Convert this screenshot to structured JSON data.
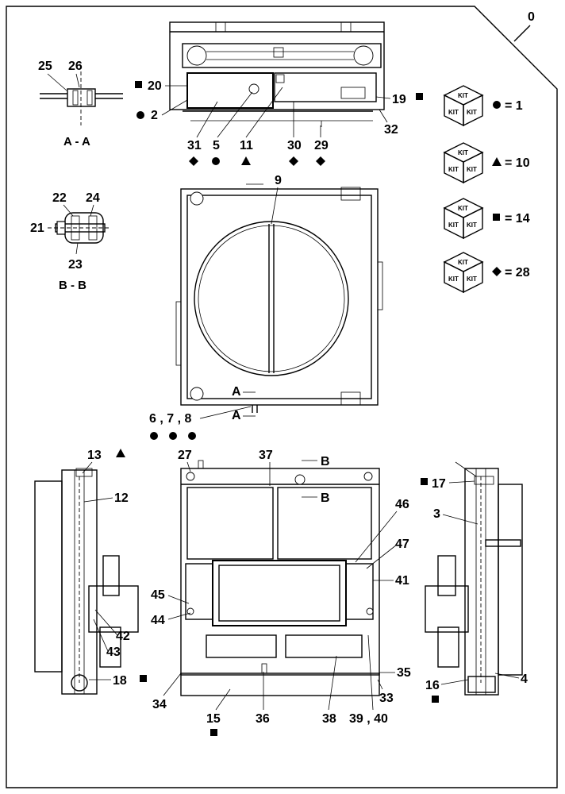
{
  "sheet_number": "0",
  "section_labels": {
    "aa": "A - A",
    "bb": "B - B"
  },
  "cut_markers": {
    "a": "A",
    "b": "B"
  },
  "callouts": [
    {
      "id": "c25",
      "text": "25",
      "marker": ""
    },
    {
      "id": "c26",
      "text": "26",
      "marker": ""
    },
    {
      "id": "c20",
      "text": "20",
      "marker": "square"
    },
    {
      "id": "c2",
      "text": "2",
      "marker": "circle"
    },
    {
      "id": "c19",
      "text": "19",
      "marker": "square"
    },
    {
      "id": "c32",
      "text": "32",
      "marker": ""
    },
    {
      "id": "c31",
      "text": "31",
      "marker": "diamond"
    },
    {
      "id": "c5",
      "text": "5",
      "marker": "circle"
    },
    {
      "id": "c11",
      "text": "11",
      "marker": "triangle"
    },
    {
      "id": "c30",
      "text": "30",
      "marker": "diamond"
    },
    {
      "id": "c29",
      "text": "29",
      "marker": "diamond"
    },
    {
      "id": "c9",
      "text": "9",
      "marker": ""
    },
    {
      "id": "c22",
      "text": "22",
      "marker": ""
    },
    {
      "id": "c24",
      "text": "24",
      "marker": ""
    },
    {
      "id": "c21",
      "text": "21",
      "marker": ""
    },
    {
      "id": "c23",
      "text": "23",
      "marker": ""
    },
    {
      "id": "c678",
      "text": "6 , 7 , 8",
      "marker": "circles"
    },
    {
      "id": "c13",
      "text": "13",
      "marker": "triangle"
    },
    {
      "id": "c12",
      "text": "12",
      "marker": ""
    },
    {
      "id": "c27",
      "text": "27",
      "marker": ""
    },
    {
      "id": "c37",
      "text": "37",
      "marker": ""
    },
    {
      "id": "c17",
      "text": "17",
      "marker": "square"
    },
    {
      "id": "c3",
      "text": "3",
      "marker": ""
    },
    {
      "id": "c46",
      "text": "46",
      "marker": ""
    },
    {
      "id": "c47",
      "text": "47",
      "marker": ""
    },
    {
      "id": "c41",
      "text": "41",
      "marker": ""
    },
    {
      "id": "c45",
      "text": "45",
      "marker": ""
    },
    {
      "id": "c44",
      "text": "44",
      "marker": ""
    },
    {
      "id": "c42",
      "text": "42",
      "marker": ""
    },
    {
      "id": "c43",
      "text": "43",
      "marker": ""
    },
    {
      "id": "c18",
      "text": "18",
      "marker": "square"
    },
    {
      "id": "c34",
      "text": "34",
      "marker": ""
    },
    {
      "id": "c15",
      "text": "15",
      "marker": "square"
    },
    {
      "id": "c36",
      "text": "36",
      "marker": ""
    },
    {
      "id": "c38",
      "text": "38",
      "marker": ""
    },
    {
      "id": "c3940",
      "text": "39 , 40",
      "marker": ""
    },
    {
      "id": "c33",
      "text": "33",
      "marker": ""
    },
    {
      "id": "c35",
      "text": "35",
      "marker": ""
    },
    {
      "id": "c16",
      "text": "16",
      "marker": "square"
    },
    {
      "id": "c4",
      "text": "4",
      "marker": ""
    }
  ],
  "kit_legend": [
    {
      "marker": "circle",
      "value": "= 1",
      "box_text": "KIT"
    },
    {
      "marker": "triangle",
      "value": "= 10",
      "box_text": "KIT"
    },
    {
      "marker": "square",
      "value": "= 14",
      "box_text": "KIT"
    },
    {
      "marker": "diamond",
      "value": "= 28",
      "box_text": "KIT"
    }
  ]
}
